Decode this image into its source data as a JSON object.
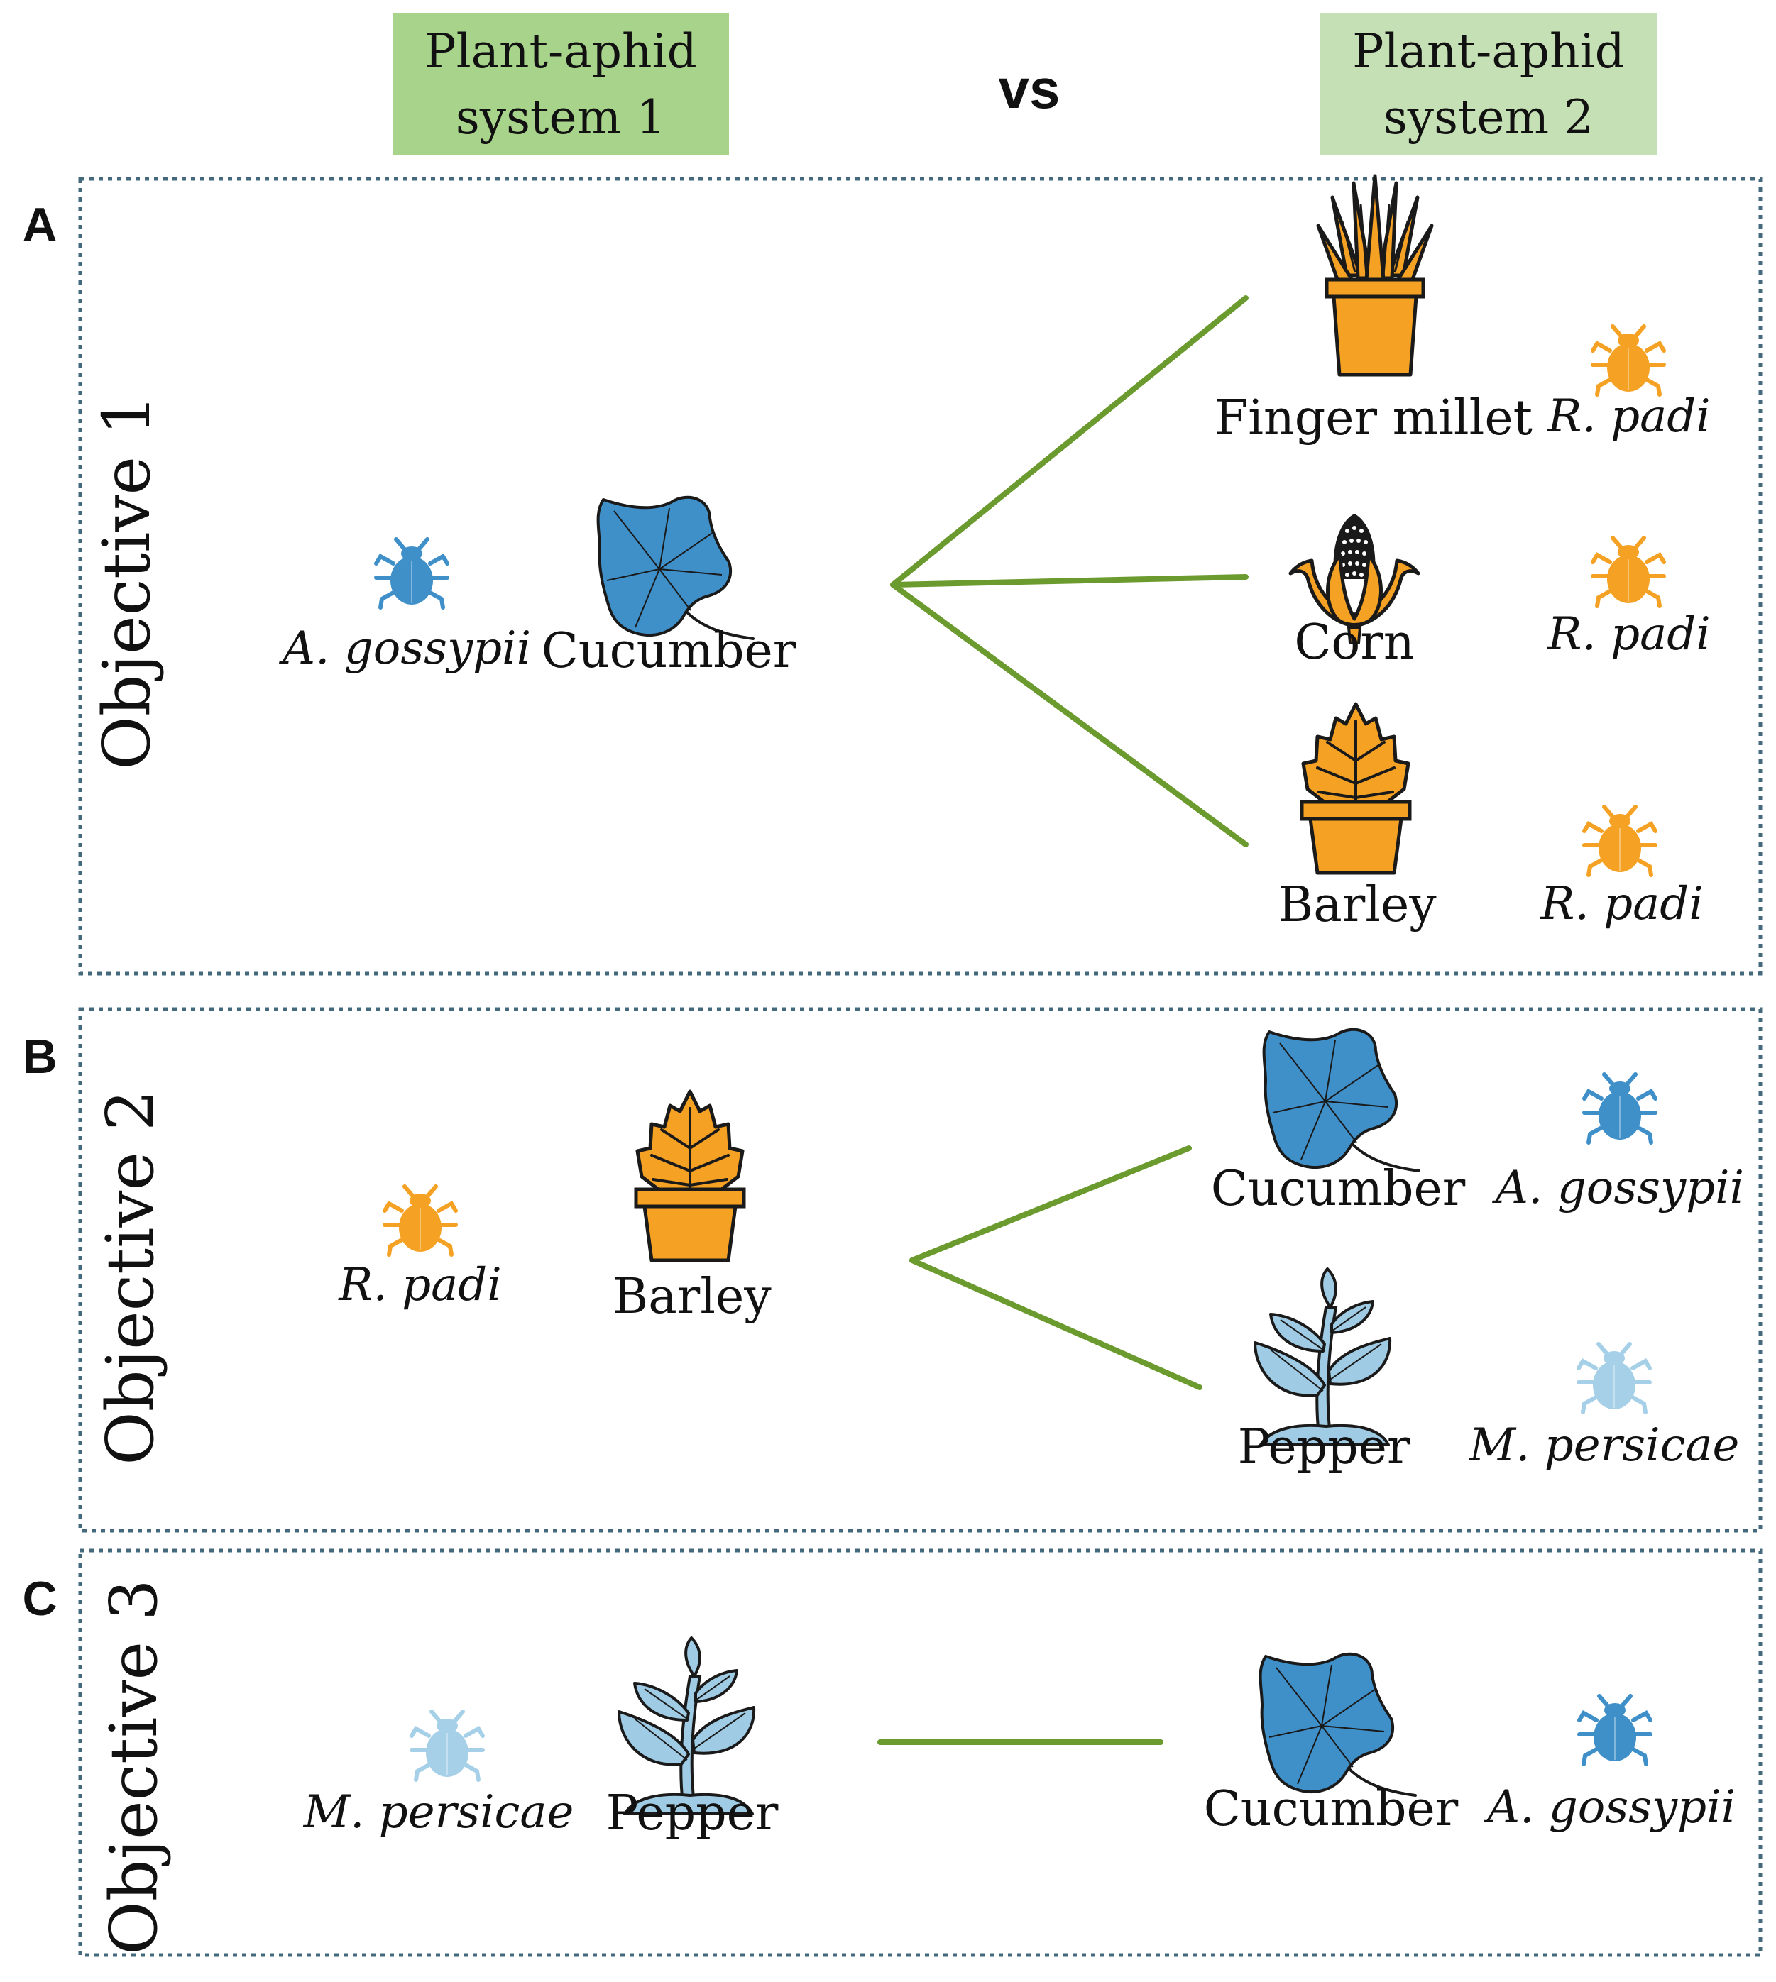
{
  "header": {
    "system1": {
      "line1": "Plant-aphid",
      "line2": "system 1"
    },
    "vs": "vs",
    "system2": {
      "line1": "Plant-aphid",
      "line2": "system 2"
    }
  },
  "colors": {
    "system1_box": "#a8d38b",
    "system2_box": "#c5e0b4",
    "connector": "#6b9a2e",
    "frame": "#44697d",
    "cucumber_blue": "#3f8fc9",
    "pepper_lightblue": "#a0cbe4",
    "cereal_orange": "#f5a124",
    "a_gossypii_blue": "#3f8fc9",
    "m_persicae_lightblue": "#a6d0e8",
    "r_padi_orange": "#f5a124"
  },
  "panels": {
    "A": {
      "letter": "A",
      "objective": "Objective 1",
      "system1": {
        "aphid": "A. gossypii",
        "plant": "Cucumber"
      },
      "system2": [
        {
          "plant": "Finger millet",
          "aphid": "R. padi"
        },
        {
          "plant": "Corn",
          "aphid": "R. padi"
        },
        {
          "plant": "Barley",
          "aphid": "R. padi"
        }
      ]
    },
    "B": {
      "letter": "B",
      "objective": "Objective 2",
      "system1": {
        "aphid": "R. padi",
        "plant": "Barley"
      },
      "system2": [
        {
          "plant": "Cucumber",
          "aphid": "A. gossypii"
        },
        {
          "plant": "Pepper",
          "aphid": "M. persicae"
        }
      ]
    },
    "C": {
      "letter": "C",
      "objective": "Objective 3",
      "system1": {
        "aphid": "M. persicae",
        "plant": "Pepper"
      },
      "system2": [
        {
          "plant": "Cucumber",
          "aphid": "A. gossypii"
        }
      ]
    }
  }
}
